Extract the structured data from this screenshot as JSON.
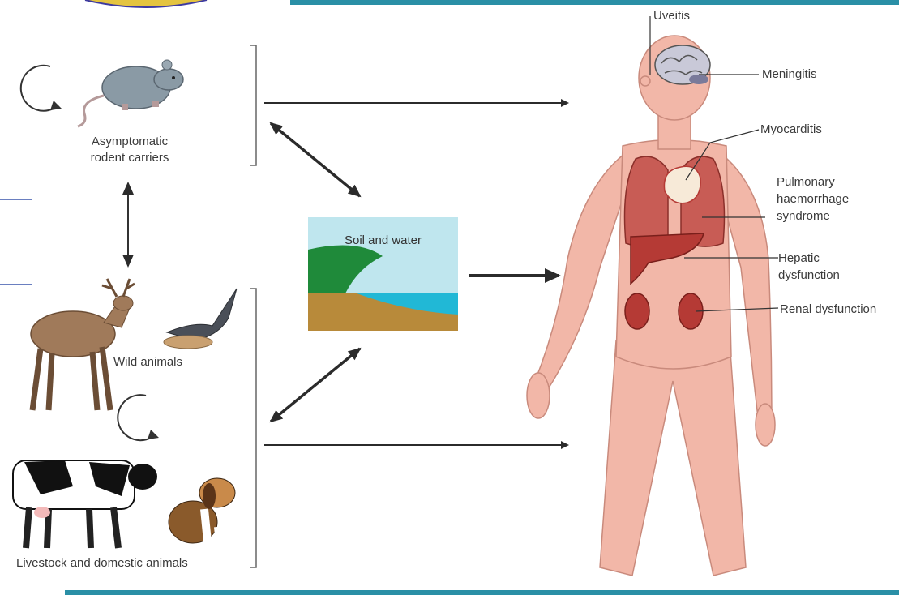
{
  "colors": {
    "frame_accent": "#2a8fa6",
    "skin": "#f2b7a8",
    "skin_outline": "#c98a7c",
    "organ_red": "#b53a35",
    "lung": "#c85c55",
    "arrow": "#2b2b2b",
    "sky": "#bfe6ee",
    "water": "#21b8d6",
    "sand": "#b88a3a",
    "grass": "#1f8a3a"
  },
  "sources": {
    "rodents": "Asymptomatic rodent carriers",
    "wild": "Wild animals",
    "livestock": "Livestock and domestic animals"
  },
  "environment": {
    "label": "Soil and water"
  },
  "conditions": {
    "uveitis": "Uveitis",
    "meningitis": "Meningitis",
    "myocarditis": "Myocarditis",
    "pulmonary": "Pulmonary haemorrhage syndrome",
    "hepatic": "Hepatic dysfunction",
    "renal": "Renal dysfunction"
  },
  "icons": [
    "rat-icon",
    "deer-icon",
    "bird-icon",
    "cow-icon",
    "dog-icon",
    "cycle-arrow-icon",
    "human-body-icon",
    "brain-icon",
    "lungs-icon",
    "heart-icon",
    "liver-icon",
    "kidney-icon"
  ]
}
